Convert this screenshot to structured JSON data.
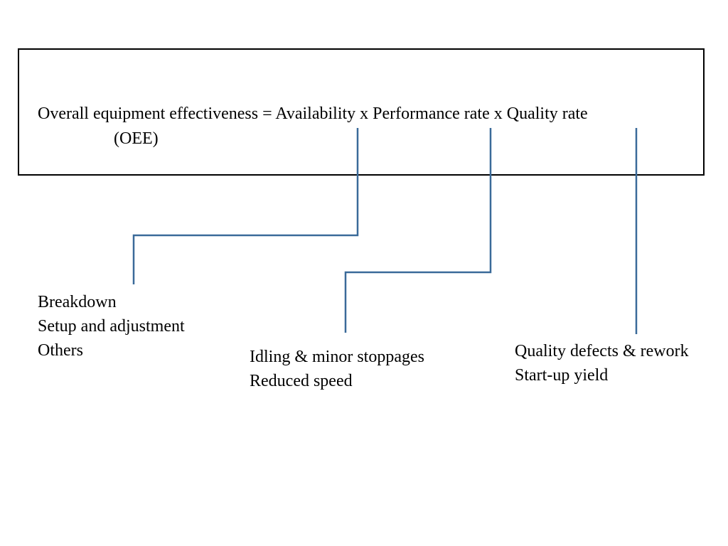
{
  "formula": {
    "equation": "Overall equipment effectiveness = Availability x Performance rate x Quality rate",
    "abbreviation": "(OEE)"
  },
  "factors": [
    {
      "name": "Availability",
      "losses": [
        "Breakdown",
        "Setup and adjustment",
        "Others"
      ]
    },
    {
      "name": "Performance rate",
      "losses": [
        "Idling & minor stoppages",
        "Reduced speed"
      ]
    },
    {
      "name": "Quality rate",
      "losses": [
        "Quality defects & rework",
        "Start-up yield"
      ]
    }
  ],
  "colors": {
    "connector": "#3a6a99",
    "box_border": "#000000",
    "text": "#000000"
  }
}
